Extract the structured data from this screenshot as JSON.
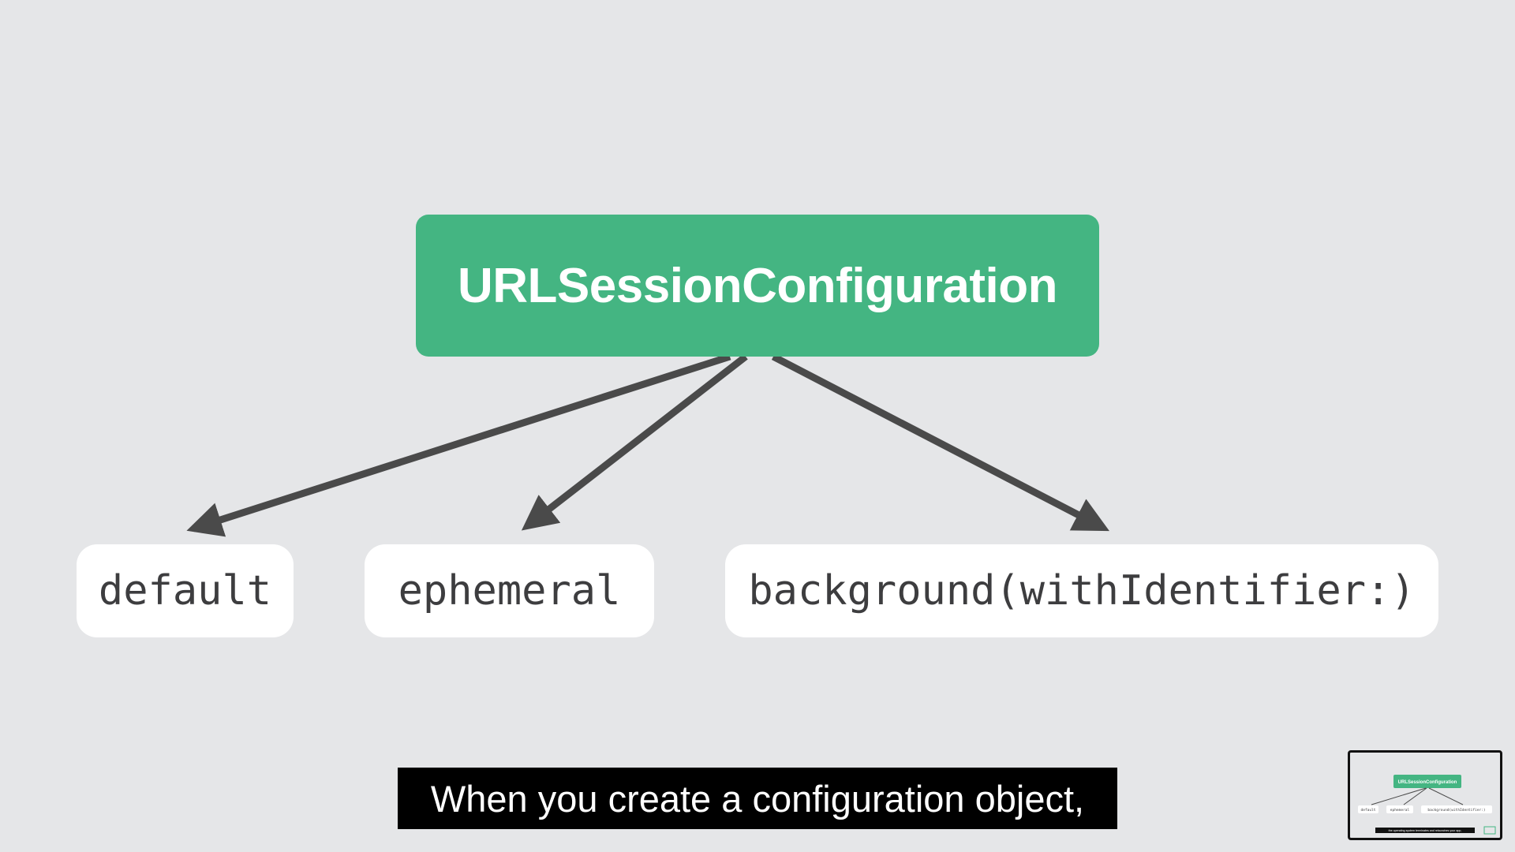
{
  "diagram": {
    "root": {
      "label": "URLSessionConfiguration",
      "color": "#44b582"
    },
    "children": [
      {
        "id": "default",
        "label": "default"
      },
      {
        "id": "ephemeral",
        "label": "ephemeral"
      },
      {
        "id": "background",
        "label": "background(withIdentifier:)"
      }
    ],
    "edges": [
      {
        "from": "root",
        "to": "default"
      },
      {
        "from": "root",
        "to": "ephemeral"
      },
      {
        "from": "root",
        "to": "background"
      }
    ],
    "arrow_color": "#4a4a4a",
    "background_color": "#e5e6e8"
  },
  "caption": {
    "text": "When you create a configuration object,"
  },
  "thumbnail": {
    "root_label": "URLSessionConfiguration",
    "child_labels": [
      "default",
      "ephemeral",
      "background(withIdentifier:)"
    ],
    "caption": "the operating system terminates and relaunches your app,"
  }
}
